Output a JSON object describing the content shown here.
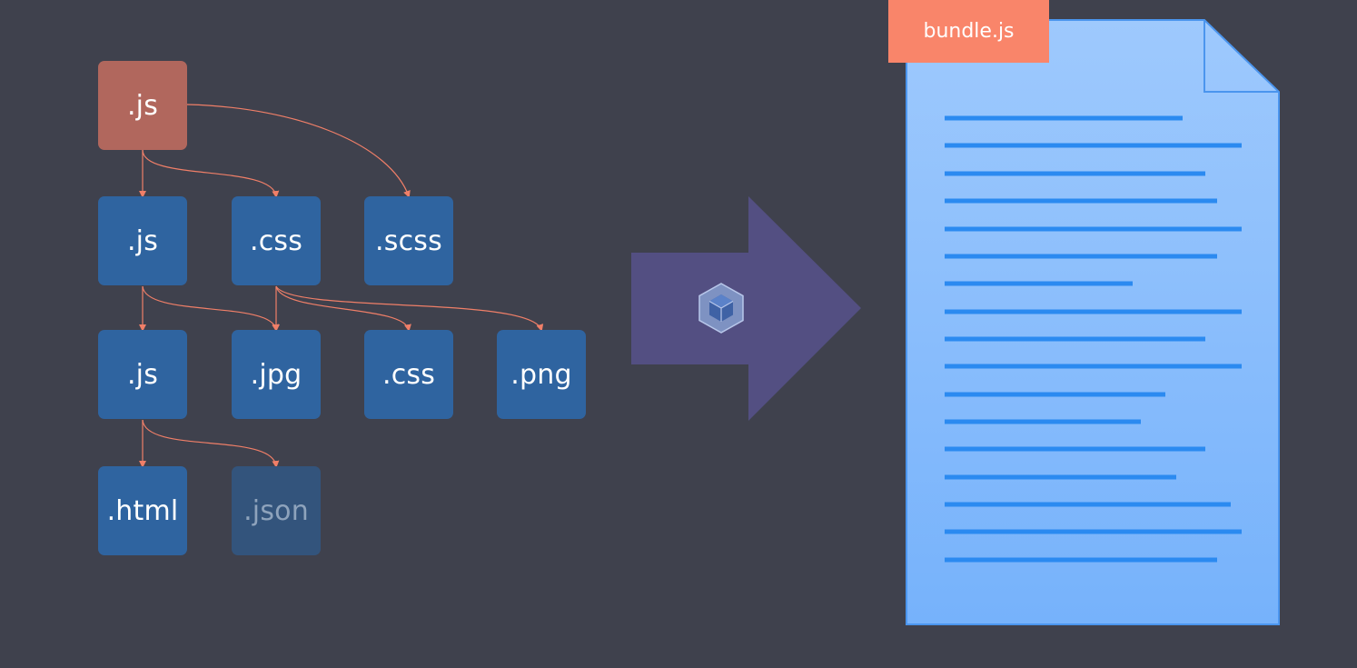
{
  "dependency_graph": {
    "nodes": [
      {
        "id": "js_root",
        "label": ".js"
      },
      {
        "id": "js_a",
        "label": ".js"
      },
      {
        "id": "css_a",
        "label": ".css"
      },
      {
        "id": "scss",
        "label": ".scss"
      },
      {
        "id": "js_b",
        "label": ".js"
      },
      {
        "id": "jpg",
        "label": ".jpg"
      },
      {
        "id": "css_b",
        "label": ".css"
      },
      {
        "id": "png",
        "label": ".png"
      },
      {
        "id": "html",
        "label": ".html"
      },
      {
        "id": "json",
        "label": ".json"
      }
    ],
    "edges": [
      [
        "js_root",
        "js_a"
      ],
      [
        "js_root",
        "css_a"
      ],
      [
        "js_root",
        "scss"
      ],
      [
        "js_a",
        "js_b"
      ],
      [
        "js_a",
        "jpg"
      ],
      [
        "css_a",
        "jpg"
      ],
      [
        "css_a",
        "css_b"
      ],
      [
        "css_a",
        "png"
      ],
      [
        "js_b",
        "html"
      ],
      [
        "js_b",
        "json"
      ]
    ]
  },
  "bundler": {
    "icon": "webpack-cube-icon"
  },
  "output": {
    "file_label": "bundle.js",
    "icon": "document-icon"
  },
  "colors": {
    "background": "#3f414d",
    "module_blue": "#2f64a0",
    "module_entry": "#b1675d",
    "edge": "#f07f68",
    "arrow": "#534f82",
    "doc_fill": "#8cbdfb",
    "doc_lines": "#2b8af0",
    "doc_tab": "#f9856a"
  }
}
